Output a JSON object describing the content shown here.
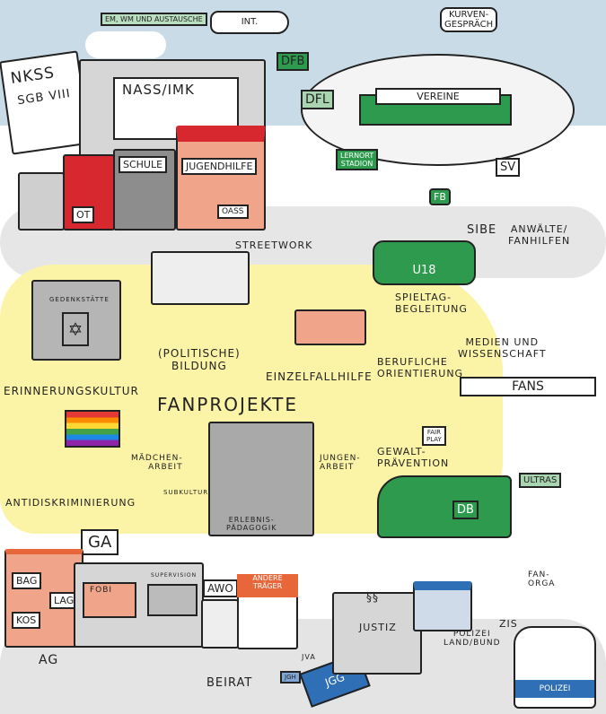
{
  "title": "FANPROJEKTE",
  "sky": {
    "banner": "EM, WM und Austausche",
    "plane": "INT."
  },
  "institutions": {
    "book_title": "NKSS",
    "book_subtitle": "SGB VIII",
    "building": "NASS/IMK",
    "school": "Schule",
    "youth_welfare": "Jugendhilfe",
    "ot": "OT",
    "oass": "OASS",
    "streetwork": "Streetwork"
  },
  "stadium": {
    "dfb": "DFB",
    "dfl": "DFL",
    "clubs": "Vereine",
    "speech_bubble": "Kurven-\ngespräch",
    "learning_sign": "Lernort\nStadion",
    "fb_shirt": "FB",
    "sv_sign": "SV",
    "sibe": "SiBe",
    "lawyers": "Anwälte/\nFanhilfen"
  },
  "activities": {
    "bus": "U18",
    "matchday": "Spieltag-\nbegleitung",
    "media": "Medien und\nWissenschaft",
    "memorial": "Gedenkstätte",
    "remembrance": "Erinnerungskultur",
    "political_education": "(politische)\nBildung",
    "casework": "Einzelfallhilfe",
    "career": "berufliche\nOrientierung",
    "fans": "FANS",
    "fairplay": "Fair\nPlay",
    "violence_prevention": "Gewalt-\nprävention",
    "antidiscrimination": "Antidiskriminierung",
    "girls_work": "Mädchen-\narbeit",
    "boys_work": "Jungen-\narbeit",
    "subculture": "Subkultur",
    "experiential": "Erlebnis-\npädagogik",
    "train": "DB",
    "ultras": "ULTRAS",
    "fan_orga": "Fan-\nOrga"
  },
  "network": {
    "ga": "GA",
    "bag": "BAG",
    "lag": "LAG",
    "kos": "KOS",
    "fobi": "FoBi",
    "supervision": "Supervision",
    "awo": "AWO",
    "other_providers": "andere\nTräger",
    "ag": "AG",
    "advisory": "Beirat",
    "jgh": "JGH",
    "jva": "JVA",
    "jgg": "JGG",
    "justice_symbol": "§§",
    "justice": "Justiz",
    "police": "Polizei\nLand/Bund",
    "zis": "ZIS",
    "police_van": "Polizei"
  },
  "colors": {
    "sky": "#c9dbe6",
    "yellow": "#fbf3a6",
    "green": "#2e9a4e",
    "lightgreen": "#a8d5b0",
    "red": "#d7282f",
    "salmon": "#f0a58a",
    "gray": "#a9a9a9",
    "blue": "#2f6fb5",
    "orange": "#e8673a"
  }
}
